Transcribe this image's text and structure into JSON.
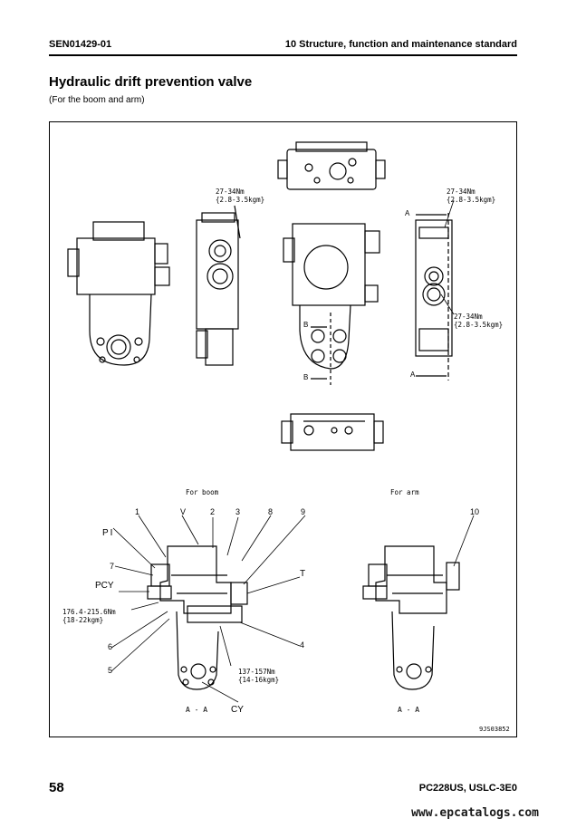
{
  "header": {
    "doc_id": "SEN01429-01",
    "section": "10 Structure, function and maintenance standard"
  },
  "title": "Hydraulic drift prevention valve",
  "subtitle": "(For the boom and arm)",
  "figure": {
    "torque_top_left": [
      "27-34Nm",
      "{2.8-3.5kgm}"
    ],
    "torque_top_right": [
      "27-34Nm",
      "{2.8-3.5kgm}"
    ],
    "torque_mid_right": [
      "27-34Nm",
      "{2.8-3.5kgm}"
    ],
    "section_A_top": "A",
    "section_A_bottom": "A",
    "section_B_top": "B",
    "section_B_bottom": "B",
    "caption_boom": "For boom",
    "caption_arm": "For arm",
    "part_numbers": {
      "n1": "1",
      "n2": "2",
      "n3": "3",
      "n4": "4",
      "n5": "5",
      "n6": "6",
      "n7": "7",
      "n8": "8",
      "n9": "9",
      "n10": "10"
    },
    "port_PI": "PI",
    "port_V": "V",
    "port_PCY": "PCY",
    "port_T": "T",
    "port_CY": "CY",
    "torque_plug": [
      "176.4-215.6Nm",
      "{18-22kgm}"
    ],
    "torque_valve": [
      "137-157Nm",
      "{14-16kgm}"
    ],
    "section_label_boom": "A - A",
    "section_label_arm": "A - A",
    "figure_code": "9JS03852"
  },
  "footer": {
    "page_number": "58",
    "model": "PC228US, USLC-3E0",
    "watermark": "www.epcatalogs.com"
  }
}
